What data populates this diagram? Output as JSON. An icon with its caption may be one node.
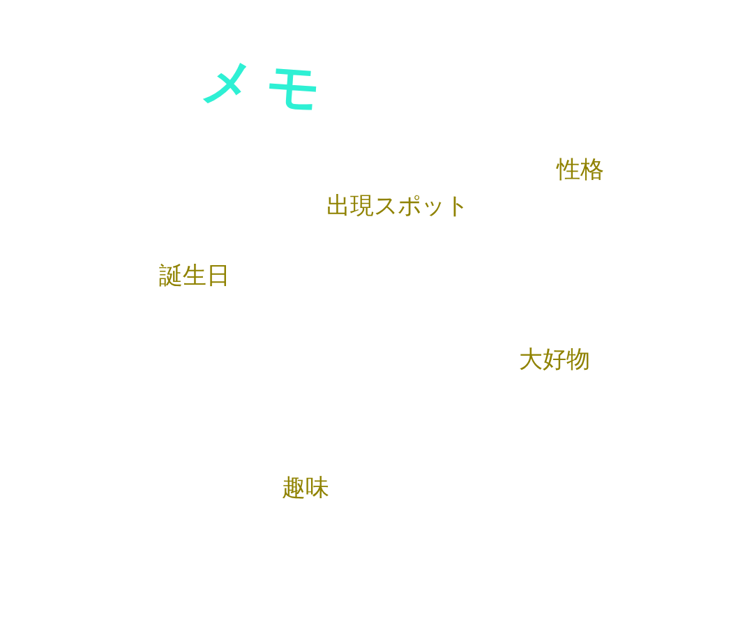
{
  "diagram": {
    "title": "メモ",
    "labels": [
      "性格",
      "出現スポット",
      "誕生日",
      "大好物",
      "趣味"
    ]
  }
}
